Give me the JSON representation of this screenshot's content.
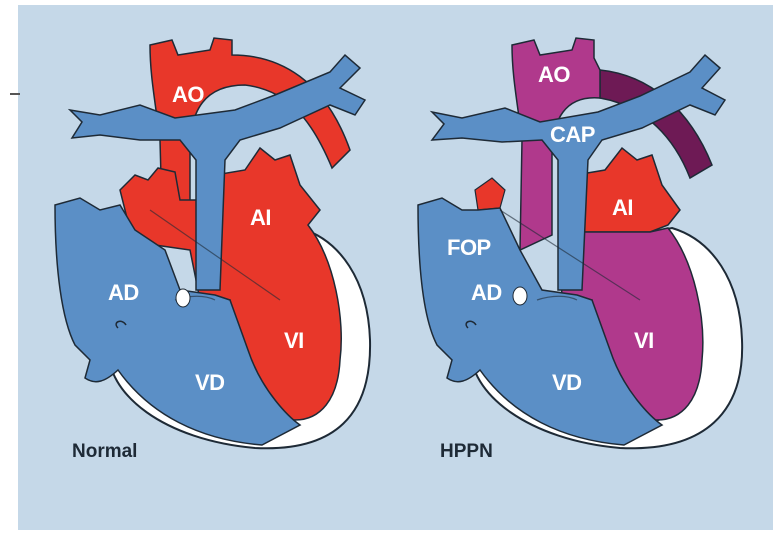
{
  "panels": [
    {
      "caption": "Normal",
      "labels": {
        "ao": "AO",
        "ai": "AI",
        "ad": "AD",
        "vd": "VD",
        "vi": "VI"
      }
    },
    {
      "caption": "HPPN",
      "labels": {
        "ao": "AO",
        "cap": "CAP",
        "ai": "AI",
        "fop": "FOP",
        "ad": "AD",
        "vd": "VD",
        "vi": "VI"
      }
    }
  ],
  "colors": {
    "background": "#c5d8e8",
    "oxygenated": "#e8372a",
    "deoxygenated": "#5b8fc6",
    "mixed": "#b0398c",
    "ductus": "#6e1a55",
    "pericardium": "#ffffff",
    "outline": "#1e2a36"
  }
}
